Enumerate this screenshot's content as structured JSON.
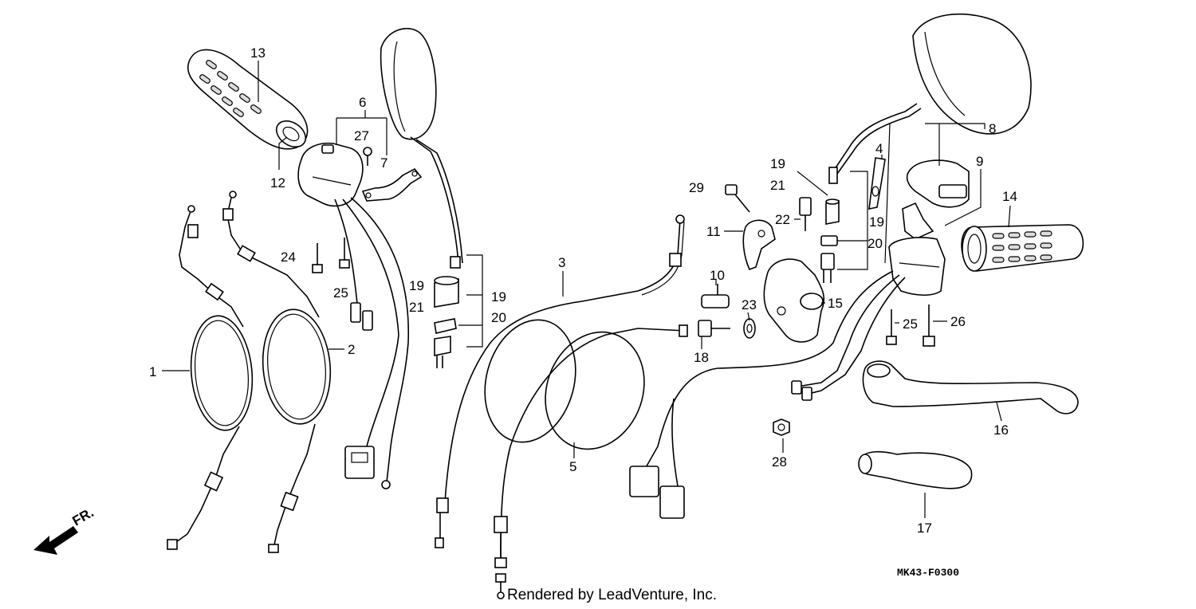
{
  "diagram": {
    "code": "MK43-F0300",
    "credit": "Rendered by LeadVenture, Inc.",
    "direction_label": "FR."
  },
  "callouts": {
    "c1": "1",
    "c2": "2",
    "c3": "3",
    "c4": "4",
    "c5": "5",
    "c6": "6",
    "c7": "7",
    "c8": "8",
    "c9": "9",
    "c10": "10",
    "c11": "11",
    "c12": "12",
    "c13": "13",
    "c14": "14",
    "c15": "15",
    "c16": "16",
    "c17": "17",
    "c18": "18",
    "c19a": "19",
    "c19b": "19",
    "c19c": "19",
    "c19d": "19",
    "c20a": "20",
    "c20b": "20",
    "c21a": "21",
    "c21b": "21",
    "c22": "22",
    "c23": "23",
    "c24": "24",
    "c25a": "25",
    "c25b": "25",
    "c26": "26",
    "c27": "27",
    "c28": "28",
    "c29": "29"
  }
}
